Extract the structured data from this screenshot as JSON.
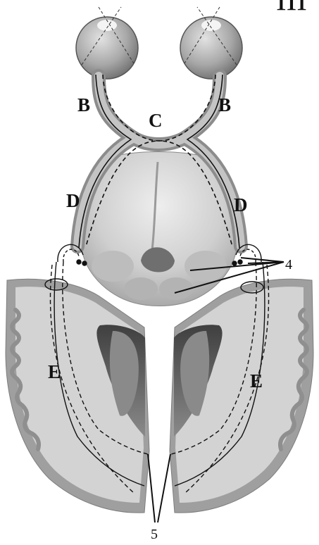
{
  "title": "III",
  "labels": {
    "b_left": "B",
    "b_right": "B",
    "c": "C",
    "d_left": "D",
    "d_right": "D",
    "e_left": "E",
    "e_right": "E",
    "num_4": "4",
    "num_5": "5"
  },
  "colors": {
    "tissue_light": "#d2d2d2",
    "tissue_mid": "#a9a9a9",
    "tissue_dark": "#7a7a7a",
    "cavity": "#5a5a5a",
    "line": "#111111"
  }
}
